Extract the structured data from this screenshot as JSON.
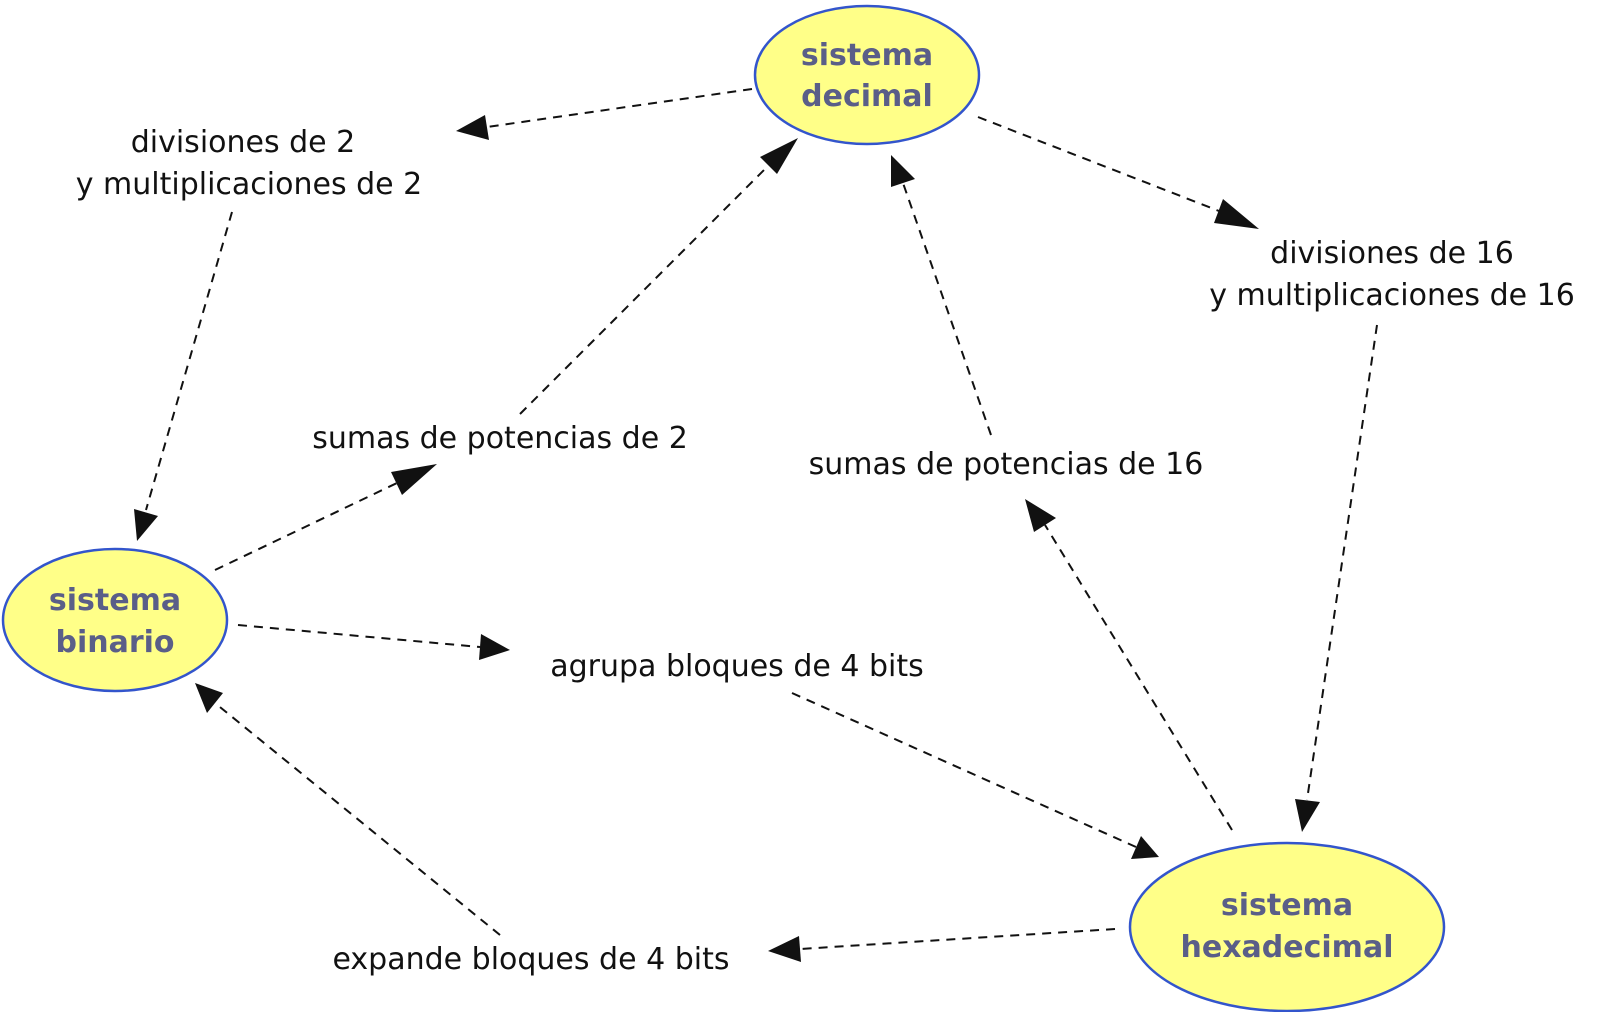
{
  "colors": {
    "node_fill": "#ffff88",
    "node_stroke": "#3355cc",
    "node_text": "#5a5e88",
    "edge": "#111111",
    "label_text": "#111111",
    "background": "#ffffff"
  },
  "nodes": {
    "decimal": {
      "line1": "sistema",
      "line2": "decimal"
    },
    "binario": {
      "line1": "sistema",
      "line2": "binario"
    },
    "hexadecimal": {
      "line1": "sistema",
      "line2": "hexadecimal"
    }
  },
  "labels": {
    "div2": {
      "line1": "divisiones de 2",
      "line2": "y multiplicaciones de 2"
    },
    "div16": {
      "line1": "divisiones de 16",
      "line2": "y multiplicaciones de 16"
    },
    "sumas2": "sumas de potencias de 2",
    "sumas16": "sumas de potencias de 16",
    "agrupa": "agrupa bloques de 4 bits",
    "expande": "expande bloques de 4 bits"
  }
}
